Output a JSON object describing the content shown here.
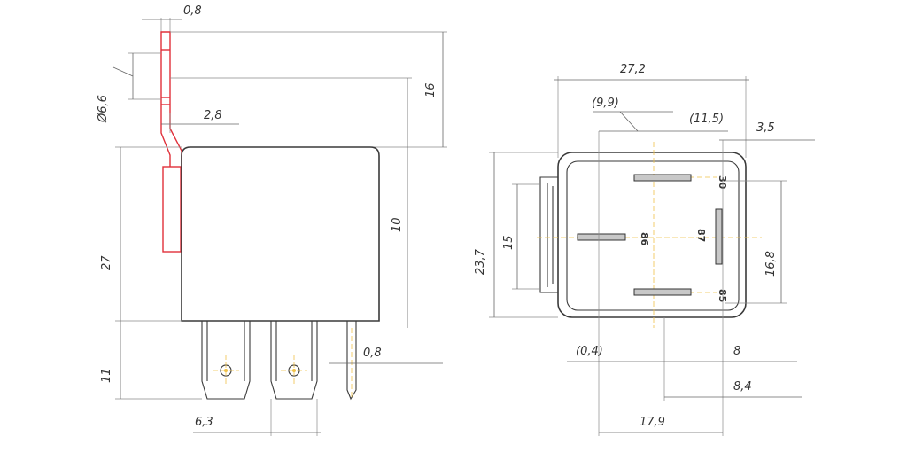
{
  "side_view": {
    "dims": {
      "lead_thickness": "0,8",
      "lead_width": "Ø6,6",
      "lead_offset": "2,8",
      "lead_height": "16",
      "body_height": "27",
      "pin_offset": "10",
      "pin_length": "11",
      "pin_width": "6,3",
      "tab_thickness": "0,8"
    }
  },
  "top_view": {
    "dims": {
      "overall_width": "27,2",
      "pin_pos_a": "(9,9)",
      "pin_pos_b": "(11,5)",
      "edge_gap": "3,5",
      "overall_height": "23,7",
      "clip_height": "15",
      "pin_span": "16,8",
      "offset_left": "(0,4)",
      "pitch_8": "8",
      "pitch_8_4": "8,4",
      "total_17_9": "17,9"
    },
    "pins": {
      "pin_30": "30",
      "pin_86": "86",
      "pin_87": "87",
      "pin_85": "85"
    }
  }
}
